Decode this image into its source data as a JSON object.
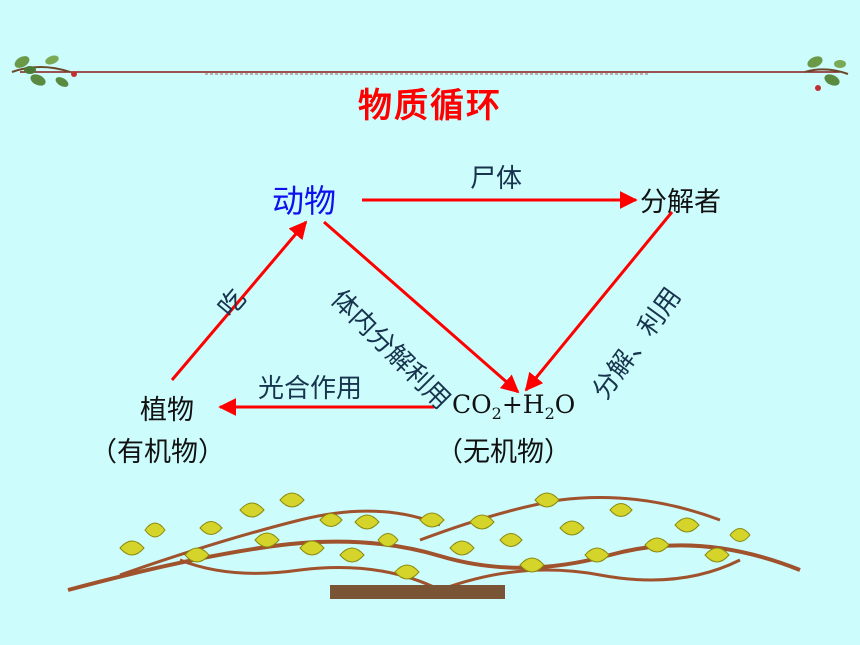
{
  "title": "物质循环",
  "nodes": {
    "animal": "动物",
    "decomposer": "分解者",
    "plant": "植物",
    "plant_note": "（有机物）",
    "co2_a": "CO",
    "co2_sub": "2",
    "plus_h": "+H",
    "h2o_sub": "2",
    "o": "O",
    "inorganic_note": "（无机物）"
  },
  "edges": {
    "corpse": "尸体",
    "internal_decomp": "体内分解利用",
    "decomp_use": "分解、利用",
    "eat": "吃",
    "photosynthesis": "光合作用"
  },
  "colors": {
    "background": "#ccfcfc",
    "title": "#ff0000",
    "arrow": "#ff0000",
    "animal_text": "#1010ee",
    "label_text": "#17334d",
    "leaf": "#d4d42a",
    "vine": "#a0522d",
    "top_line": "#8b1a1a"
  }
}
